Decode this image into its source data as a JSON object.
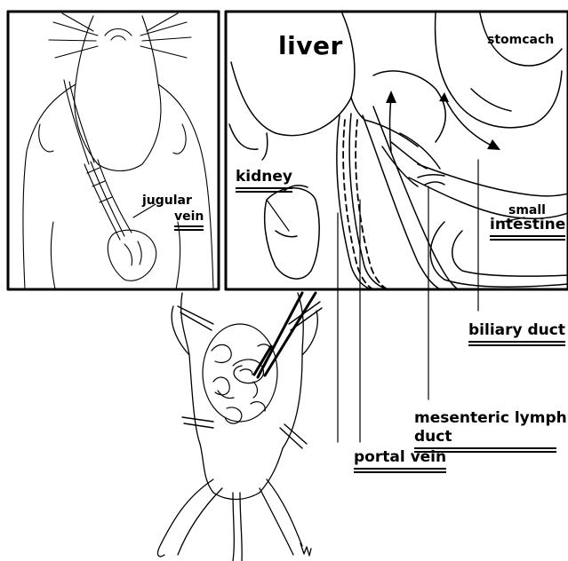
{
  "labels": {
    "liver": "liver",
    "stomach": "stomcach",
    "kidney": "kidney",
    "small": "small",
    "intestine": "intestine",
    "jugular": "jugular",
    "vein": "vein",
    "biliary_duct": "biliary duct",
    "mesenteric_lymph": "mesenteric lymph",
    "duct": "duct",
    "portal_vein": "portal vein"
  },
  "colors": {
    "ink": "#000000",
    "background": "#ffffff"
  }
}
